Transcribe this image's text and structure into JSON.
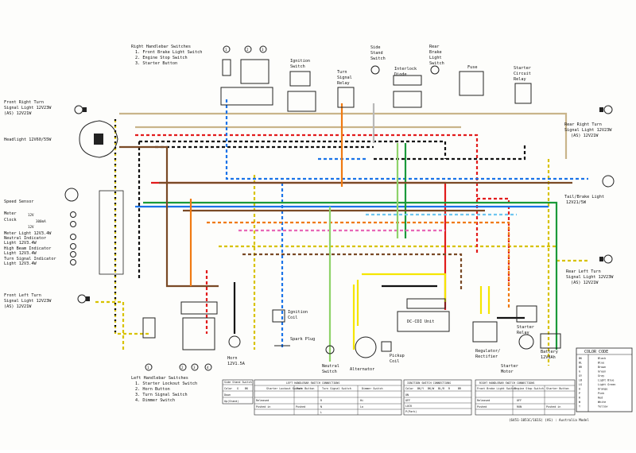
{
  "left_labels": {
    "front_right_turn": [
      "Front Right Turn",
      "Signal Light 12V23W",
      "(AS) 12V21W"
    ],
    "headlight": "Headlight 12V60/55W",
    "speed_sensor": "Speed Sensor",
    "meter": "Meter",
    "clock": "Clock",
    "clock_v1": "12V",
    "clock_v2": "12V",
    "clock_a": "300mA",
    "meter_light": "Meter Light 12V3.4W",
    "neutral_indicator": [
      "Neutral Indicator",
      "Light 12V3.4W"
    ],
    "high_beam": [
      "High Beam Indicator",
      "Light 12V3.4W"
    ],
    "turn_signal_indicator": [
      "Turn Signal Indicator",
      "Light 12V3.4W"
    ],
    "front_left_turn": [
      "Front Left Turn",
      "Signal Light 12V23W",
      "(AS) 12V21W"
    ]
  },
  "top_labels": {
    "right_handlebar": [
      "Right Handlebar Switches",
      "1. Front Brake Light Switch",
      "2. Engine Stop Switch",
      "3. Starter Button"
    ],
    "ignition": [
      "Ignition",
      "Switch"
    ],
    "turn_relay": [
      "Turn",
      "Signal",
      "Relay"
    ],
    "side_stand": [
      "Side",
      "Stand",
      "Switch"
    ],
    "interlock": [
      "Interlock",
      "Diode"
    ],
    "rear_brake": [
      "Rear",
      "Brake",
      "Light",
      "Switch"
    ],
    "fuse": "Fuse",
    "starter_relay_circuit": [
      "Starter",
      "Circuit",
      "Relay"
    ],
    "num1": "1",
    "num2": "2",
    "num3": "3"
  },
  "right_labels": {
    "rear_right_turn": [
      "Rear Right Turn",
      "Signal Light 12V23W",
      "(AS) 12V21W"
    ],
    "tail_brake": [
      "Tail/Brake Light",
      "12V21/5W"
    ],
    "rear_left_turn": [
      "Rear Left Turn",
      "Signal Light 12V23W",
      "(AS) 12V21W"
    ]
  },
  "bottom_labels": {
    "left_handlebar": [
      "Left Handlebar Switches",
      "1. Starter Lockout Switch",
      "2. Horn Button",
      "3. Turn Signal Switch",
      "4. Dimmer Switch"
    ],
    "num1": "1",
    "num2": "2",
    "num3": "3",
    "num4": "4",
    "horn": [
      "Horn",
      "12V1.5A"
    ],
    "ignition_coil": [
      "Ignition",
      "Coil"
    ],
    "spark_plug": "Spark Plug",
    "neutral_switch": [
      "Neutral",
      "Switch"
    ],
    "alternator": "Alternator",
    "pickup_coil": [
      "Pickup",
      "Coil"
    ],
    "dc_cdi": "DC-CDI Unit",
    "regulator": [
      "Regulator/",
      "Rectifier"
    ],
    "starter_relay": [
      "Starter",
      "Relay"
    ],
    "starter_motor": [
      "Starter",
      "Motor"
    ],
    "battery": [
      "Battery",
      "12V8Ah"
    ],
    "footer_code": "(6451-1051C/161S)  (AS) : Australia Model"
  },
  "color_code": {
    "title": "COLOR CODE",
    "rows": [
      {
        "code": "BK",
        "name": "Black"
      },
      {
        "code": "BL",
        "name": "Blue"
      },
      {
        "code": "BR",
        "name": "Brown"
      },
      {
        "code": "G",
        "name": "Green"
      },
      {
        "code": "GY",
        "name": "Gray"
      },
      {
        "code": "LB",
        "name": "Light Blue"
      },
      {
        "code": "LG",
        "name": "Light Green"
      },
      {
        "code": "O",
        "name": "Orange"
      },
      {
        "code": "P",
        "name": "Pink"
      },
      {
        "code": "R",
        "name": "Red"
      },
      {
        "code": "W",
        "name": "White"
      },
      {
        "code": "Y",
        "name": "Yellow"
      }
    ]
  },
  "tables": {
    "side_stand": {
      "title": "Side Stand Switch",
      "cols": [
        "Color",
        "G",
        "BK"
      ],
      "rows": [
        "Down",
        "Up(Stand)"
      ]
    },
    "left_handlebar": {
      "title": "LEFT HANDLEBAR SWITCH CONNECTIONS",
      "groups": [
        "Starter Lockout Switch",
        "Horn Button",
        "Turn Signal Switch",
        "Dimmer Switch"
      ],
      "rows": [
        "Released",
        "Pushed",
        "Pushed in"
      ],
      "marks": [
        "R",
        "N",
        "L",
        "Hi",
        "Lo"
      ]
    },
    "ignition": {
      "title": "IGNITION SWITCH CONNECTIONS",
      "cols": [
        "Color",
        "BK/Y",
        "BK/W",
        "BL/R",
        "R",
        "BR"
      ],
      "rows": [
        "ON",
        "OFF",
        "LOCK",
        "P(Park)"
      ]
    },
    "right_handlebar": {
      "title": "RIGHT HANDLEBAR SWITCH CONNECTIONS",
      "groups": [
        "Front Brake Light Switch",
        "Engine Stop Switch",
        "Starter Button"
      ],
      "rows": [
        "Released",
        "Pushed",
        "Pushed in"
      ],
      "marks": [
        "OFF",
        "RUN"
      ]
    }
  }
}
